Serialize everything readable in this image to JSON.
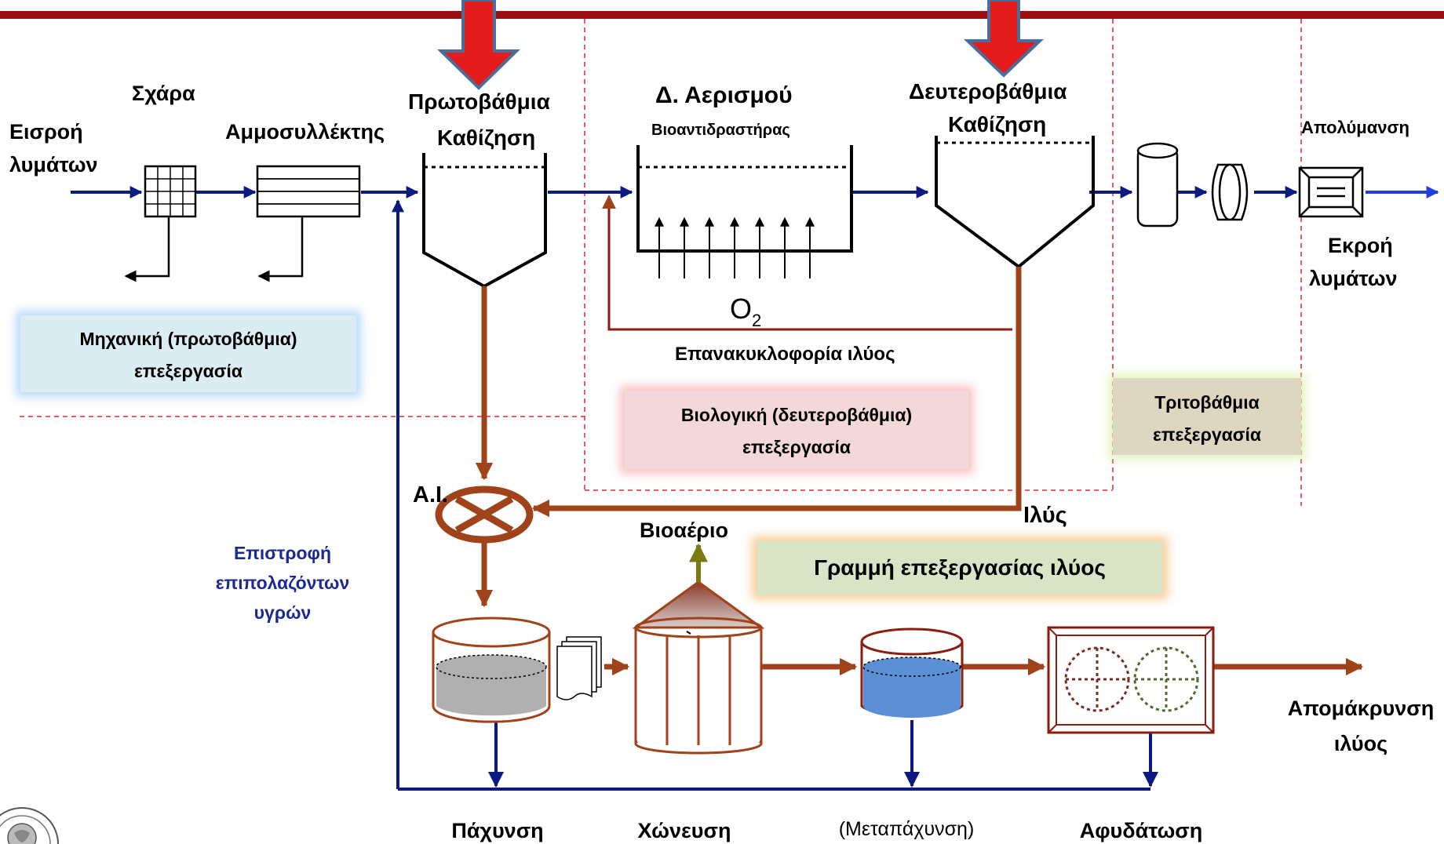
{
  "labels": {
    "inflow_1": "Εισροή",
    "inflow_2": "λυμάτων",
    "screen": "Σχάρα",
    "grit": "Αμμοσυλλέκτης",
    "primary_1": "Πρωτοβάθμια",
    "primary_2": "Καθίζηση",
    "aeration": "Δ. Αερισμού",
    "bioreactor": "Βιοαντιδραστήρας",
    "secondary_1": "Δευτεροβάθμια",
    "secondary_2": "Καθίζηση",
    "disinfection": "Απολύμανση",
    "outflow_1": "Εκροή",
    "outflow_2": "λυμάτων",
    "oxygen": "O",
    "oxygen_sub": "2",
    "recirculation": "Επανακυκλοφορία ιλύος",
    "ai": "Α.Ι.",
    "sludge": "Ιλύς",
    "biogas": "Βιοαέριο",
    "return_1": "Επιστροφή",
    "return_2": "επιπολαζόντων",
    "return_3": "υγρών",
    "sludge_removal_1": "Απομάκρυνση",
    "sludge_removal_2": "ιλύος",
    "thickening": "Πάχυνση",
    "digestion": "Χώνευση",
    "post_thickening": "(Μεταπάχυνση)",
    "dewatering": "Αφυδάτωση"
  },
  "boxes": {
    "mechanical_1": "Μηχανική (πρωτοβάθμια)",
    "mechanical_2": "επεξεργασία",
    "biological_1": "Βιολογική (δευτεροβάθμια)",
    "biological_2": "επεξεργασία",
    "tertiary_1": "Τριτοβάθμια",
    "tertiary_2": "επεξεργασία",
    "sludge_line": "Γραμμή επεξεργασίας ιλύος"
  },
  "colors": {
    "top_bar": "#9b0f12",
    "water_line": "#0b1a80",
    "sludge_line": "#a0431a",
    "zone_divider": "#e0262e",
    "down_arrow": "#e31b1b",
    "down_arrow_border": "#4a6d9a",
    "biogas_arrow": "#7a7a10",
    "mechanical_box": "#dcecf3",
    "biological_box": "#f2d8d8",
    "tertiary_box": "#ddd6c0",
    "sludge_box": "#d7e5c6",
    "return_text": "#1a2a90",
    "outflow_arrow": "#1f3fe0",
    "thickener_fill": "#b0b0b0",
    "post_thickener_fill": "#5b8fd6",
    "dewater_circle_1": "#7a2a20",
    "dewater_circle_2": "#4f6b2a"
  },
  "icons": {
    "primary_feed": "down-arrow-icon",
    "secondary_feed": "down-arrow-icon",
    "screen": "grid-screen-icon",
    "grit": "grit-chamber-icon",
    "valve": "valve-wheel-icon",
    "tertiary_filter": "cylinder-filter-icon",
    "tertiary_lens": "lens-filter-icon",
    "disinfection": "uv-unit-icon",
    "thickener": "thickener-tank-icon",
    "digester": "digester-tank-icon",
    "post_thickener": "post-thickener-tank-icon",
    "dewatering": "filter-press-icon",
    "documents": "documents-icon",
    "logo": "university-seal-icon"
  }
}
